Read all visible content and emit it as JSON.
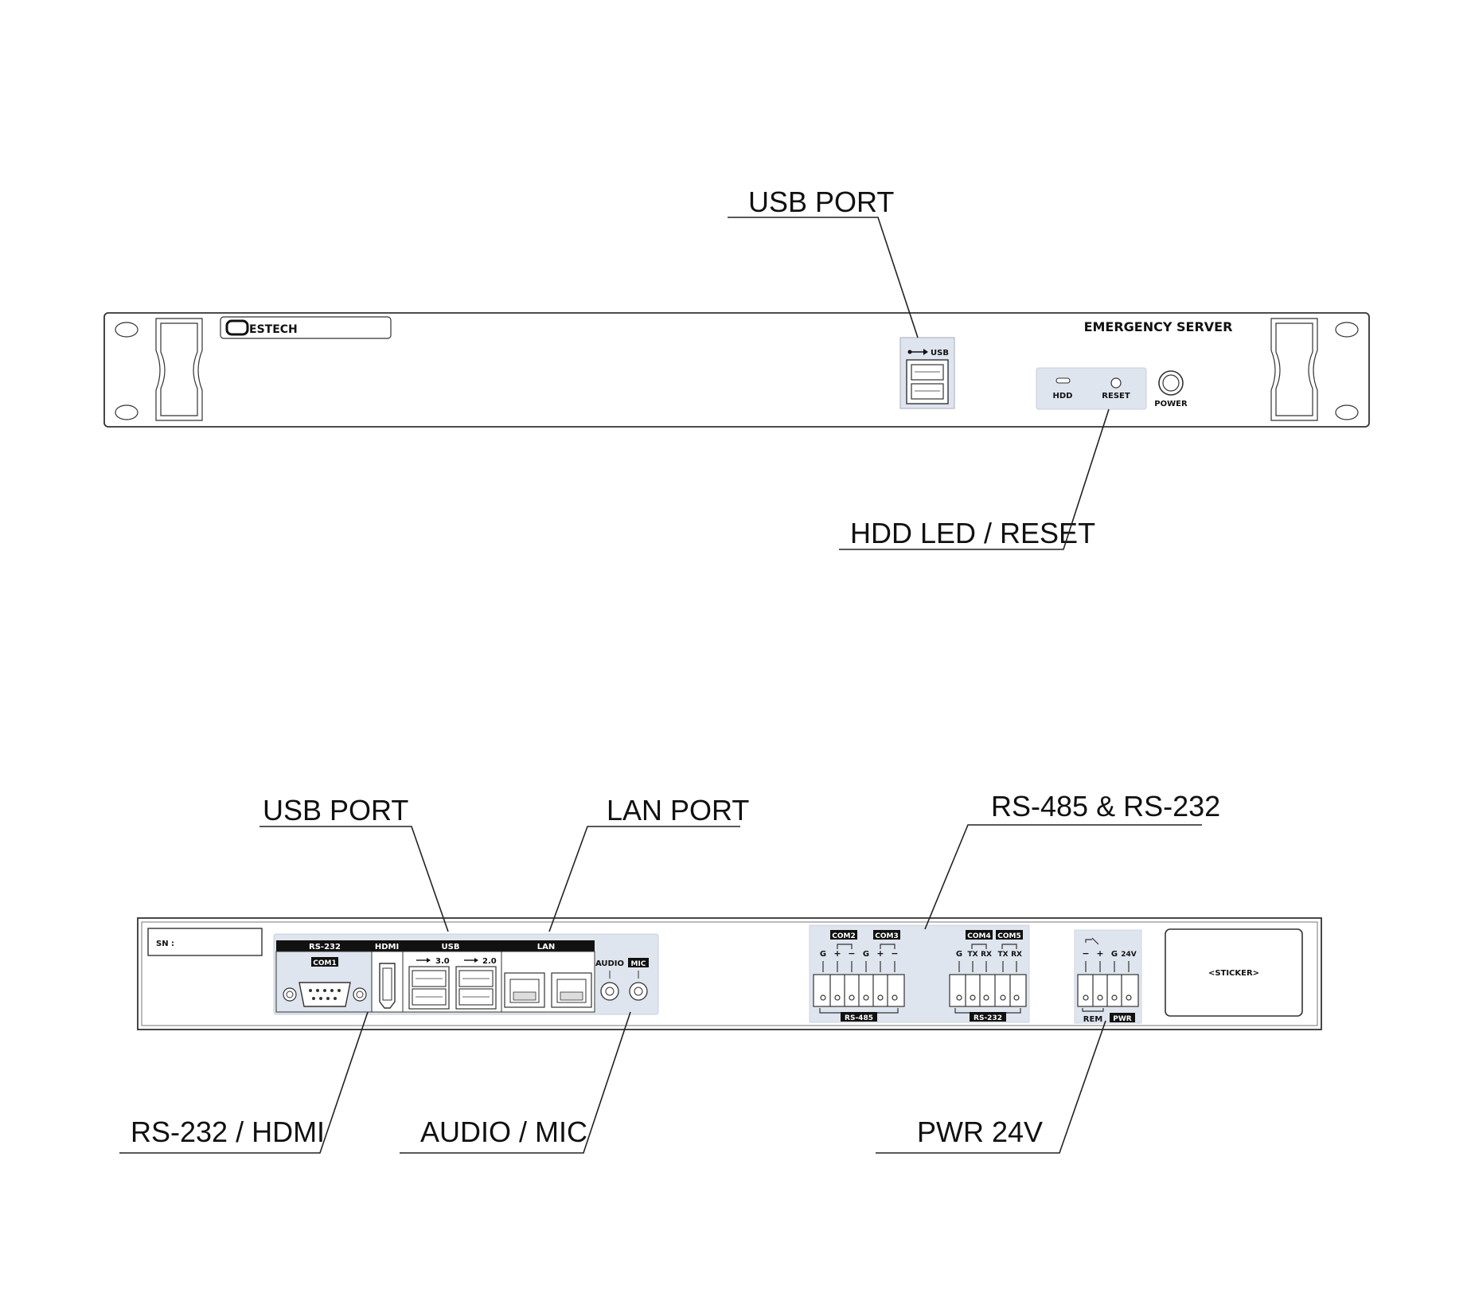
{
  "front": {
    "brand": "ESTECH",
    "title": "EMERGENCY SERVER",
    "usb_label": "USB",
    "hdd_label": "HDD",
    "reset_label": "RESET",
    "power_label": "POWER"
  },
  "rear": {
    "sn_label": "SN :",
    "rs232_header": "RS-232",
    "com1_label": "COM1",
    "hdmi_header": "HDMI",
    "usb_header": "USB",
    "usb30_label": "3.0",
    "usb20_label": "2.0",
    "lan_header": "LAN",
    "audio_label": "AUDIO",
    "mic_label": "MIC",
    "com2_label": "COM2",
    "com3_label": "COM3",
    "com4_label": "COM4",
    "com5_label": "COM5",
    "rs485_pins": [
      "G",
      "+",
      "−",
      "G",
      "+",
      "−"
    ],
    "rs232_pins": [
      "G",
      "TX",
      "RX",
      "TX",
      "RX"
    ],
    "pwr_pins": [
      "−",
      "+",
      "G",
      "24V"
    ],
    "rs485_footer": "RS-485",
    "rs232_footer": "RS-232",
    "rem_label": "REM",
    "pwr_label": "PWR",
    "sticker_label": "<STICKER>"
  },
  "callouts": {
    "front_usb": "USB PORT",
    "front_hdd": "HDD LED / RESET",
    "rear_usb": "USB PORT",
    "rear_lan": "LAN PORT",
    "rear_rs": "RS-485 & RS-232",
    "rear_rs232_hdmi": "RS-232 / HDMI",
    "rear_audio": "AUDIO / MIC",
    "rear_pwr": "PWR 24V"
  }
}
